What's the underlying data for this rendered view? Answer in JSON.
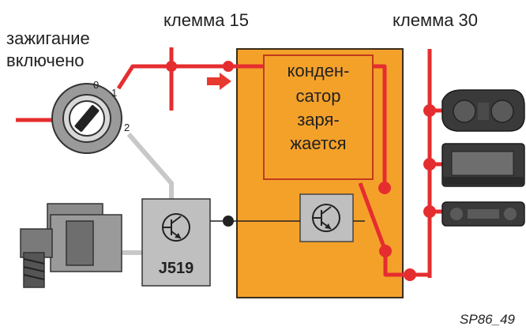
{
  "labels": {
    "ignition": [
      "зажигание",
      "включено"
    ],
    "terminal15": "клемма 15",
    "terminal30": "клемма 30",
    "capacitor": [
      "конден-",
      "сатор",
      "заря-",
      "жается"
    ],
    "control_unit": "J519",
    "figure_id": "SP86_49"
  },
  "switch_positions": [
    "0",
    "1",
    "2"
  ],
  "colors": {
    "wire_active": "#e52d2f",
    "wire_inactive": "#c8c8c8",
    "wire_control": "#222222",
    "box_fill": "#f4a12a",
    "box_border": "#3a2d1a",
    "capacitor_border": "#c23a1c",
    "arrow": "#e8392f",
    "module_fill": "#bfbfbf"
  },
  "icons": [
    "ignition-switch-icon",
    "transistor-icon",
    "starter-motor-icon",
    "instrument-cluster-icon",
    "radio-icon",
    "climate-panel-icon",
    "arrow-right-icon"
  ]
}
